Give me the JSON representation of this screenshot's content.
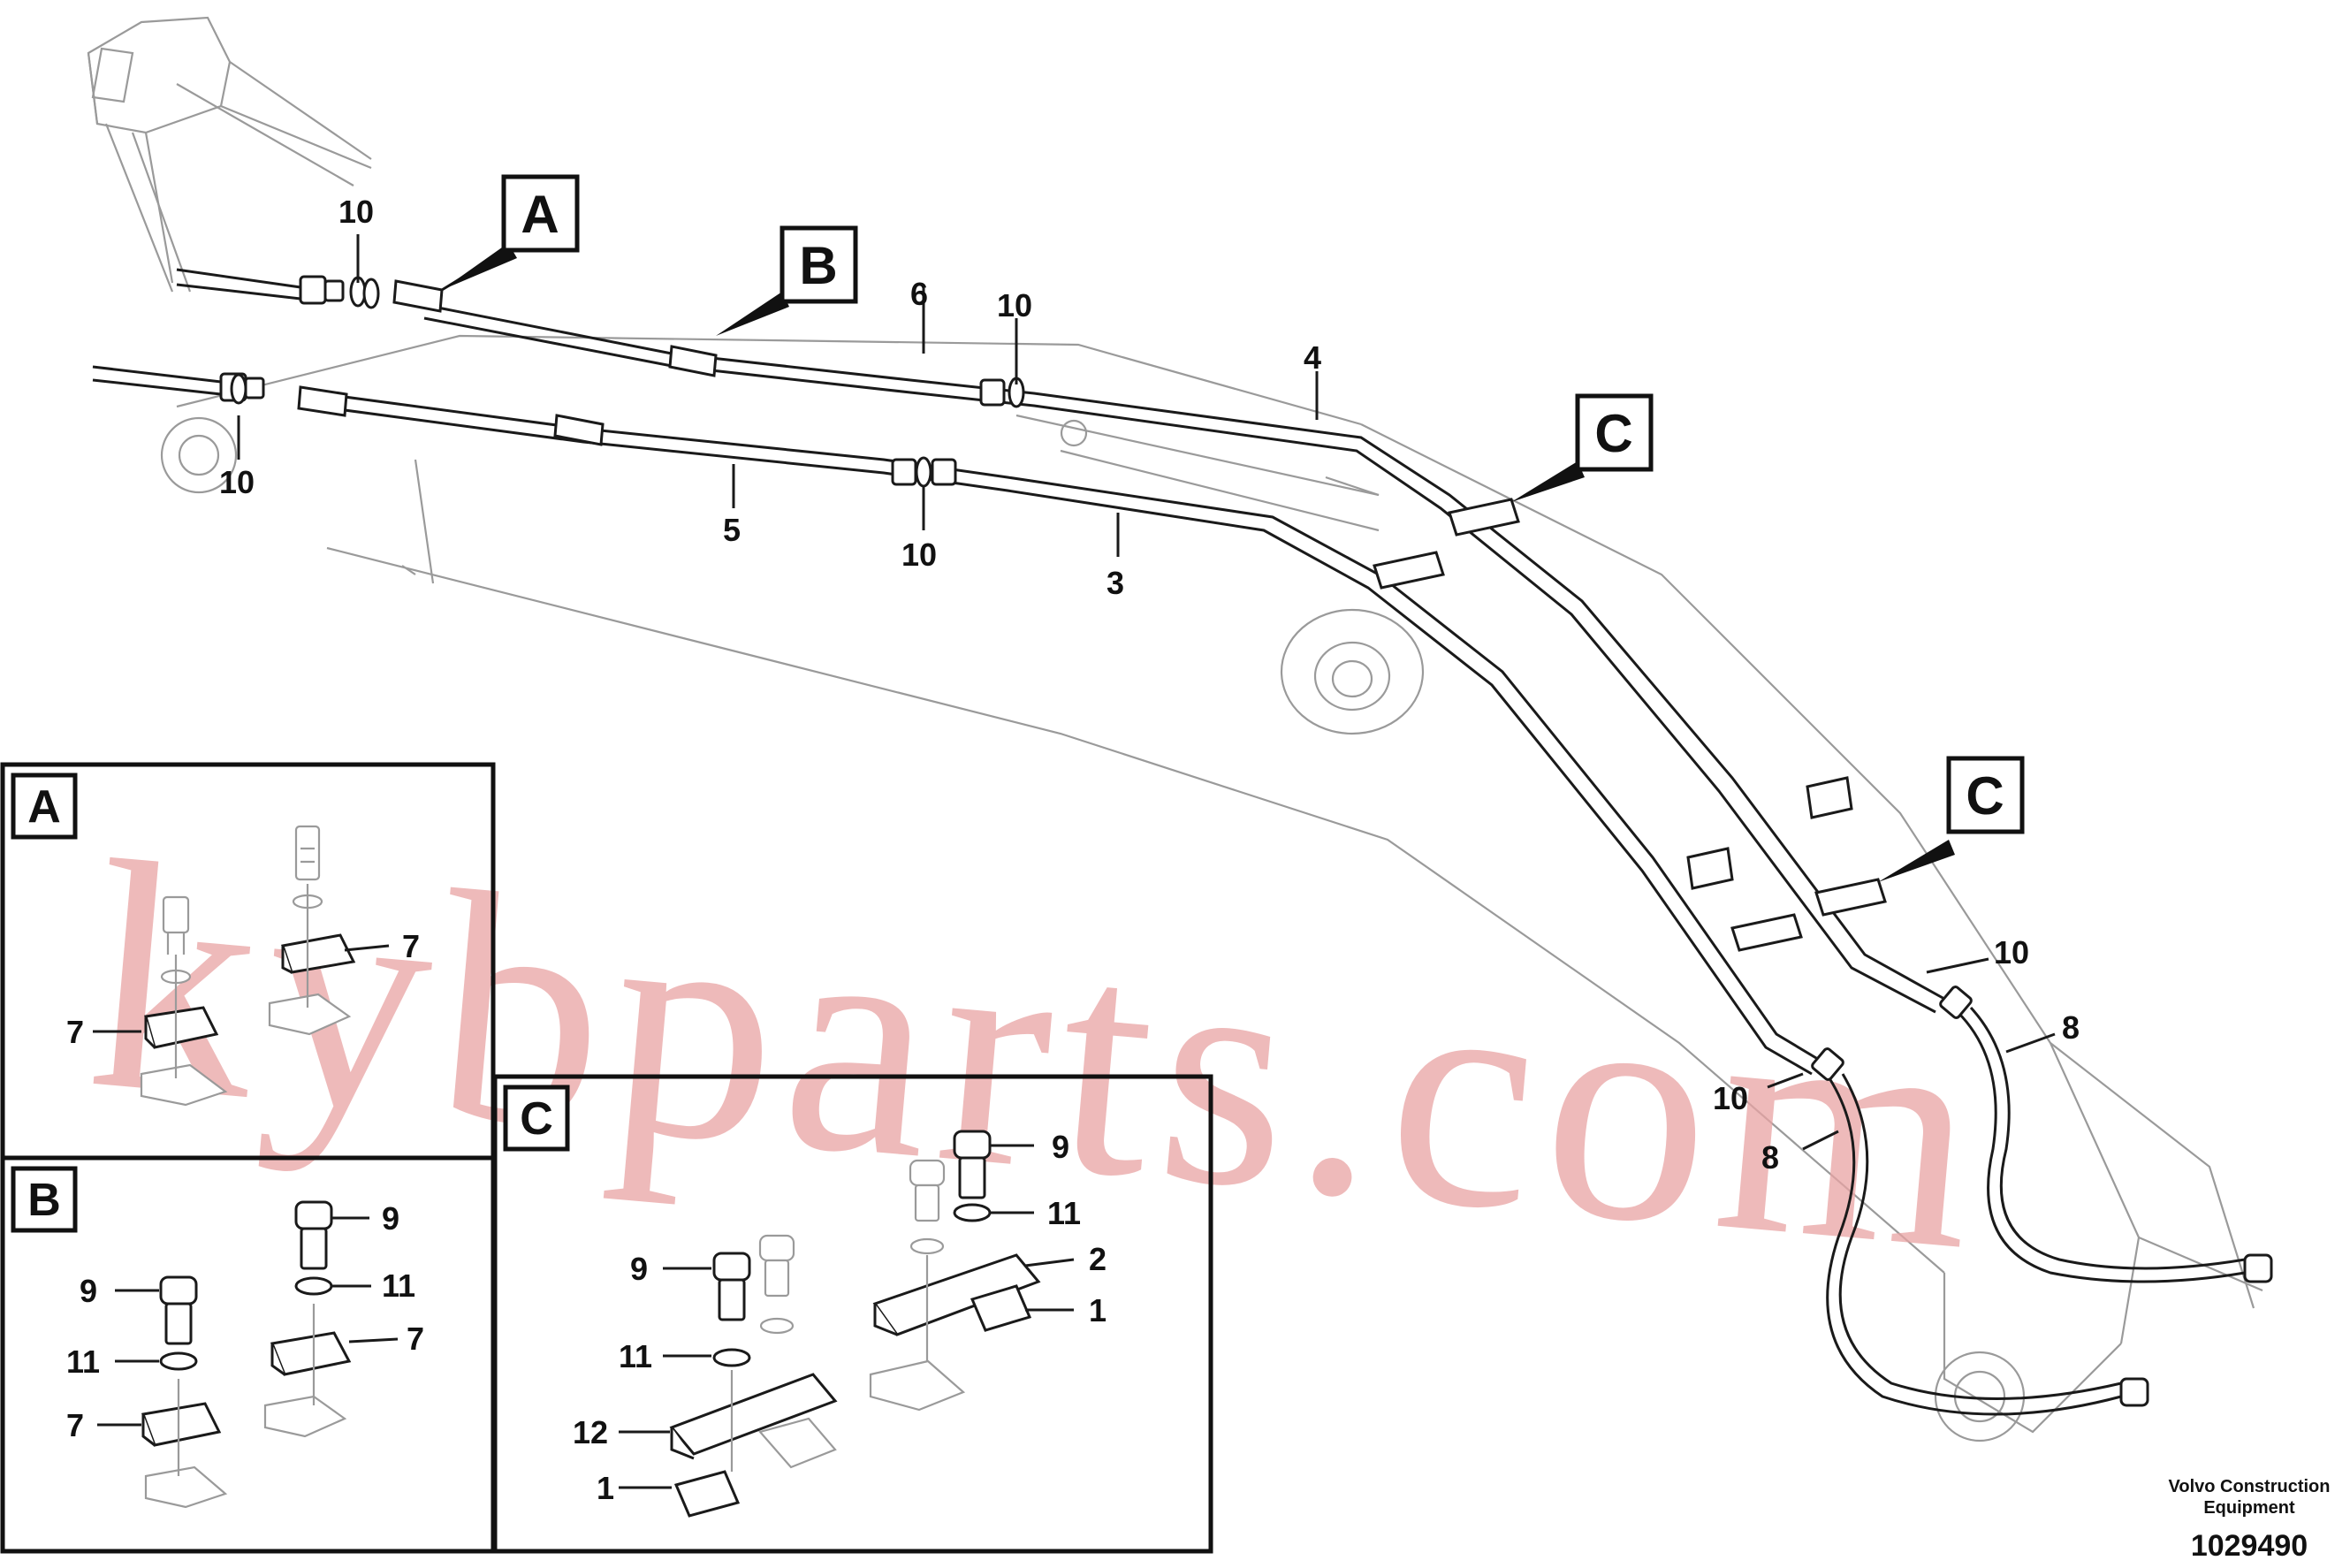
{
  "main_view": {
    "callouts": [
      "A",
      "B",
      "C",
      "C"
    ],
    "labels": [
      "10",
      "10",
      "10",
      "10",
      "10",
      "6",
      "4",
      "5",
      "3",
      "8",
      "8"
    ]
  },
  "panel_a": {
    "title": "A",
    "labels": [
      "7",
      "7"
    ]
  },
  "panel_b": {
    "title": "B",
    "labels": [
      "9",
      "11",
      "7",
      "9",
      "11",
      "7"
    ]
  },
  "panel_c": {
    "title": "C",
    "labels": [
      "9",
      "11",
      "2",
      "1",
      "9",
      "11",
      "12",
      "1"
    ]
  },
  "watermark": "kybparts.com",
  "footer": {
    "publisher_line1": "Volvo Construction",
    "publisher_line2": "Equipment",
    "drawing_number": "1029490"
  },
  "colors": {
    "watermark": "#e8a3a3",
    "line": "#1a1a1a",
    "ghost_line": "#9a9a9a"
  }
}
